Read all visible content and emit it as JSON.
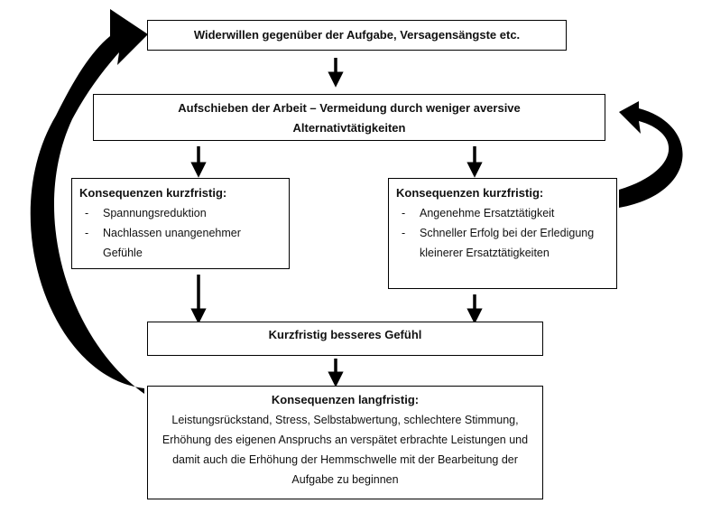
{
  "box_top": "Widerwillen gegenüber der Aufgabe, Versagensängste etc.",
  "box_procrastinate": "Aufschieben der Arbeit – Vermeidung durch weniger aversive Alternativtätigkeiten",
  "box_left": {
    "title": "Konsequenzen kurzfristig:",
    "items": [
      "Spannungsreduktion",
      "Nachlassen unangenehmer Gefühle"
    ]
  },
  "box_right": {
    "title": "Konsequenzen kurzfristig:",
    "items": [
      "Angenehme Ersatztätigkeit",
      "Schneller Erfolg bei der Erledigung kleinerer Ersatztätigkeiten"
    ]
  },
  "box_feeling": "Kurzfristig besseres Gefühl",
  "box_long": {
    "title": "Konsequenzen langfristig:",
    "text": "Leistungsrückstand, Stress, Selbstabwertung, schlechtere Stimmung, Erhöhung des eigenen Anspruchs an verspätet erbrachte Leistungen und damit auch die Erhöhung der Hemmschwelle mit der Bearbeitung der Aufgabe zu beginnen"
  }
}
